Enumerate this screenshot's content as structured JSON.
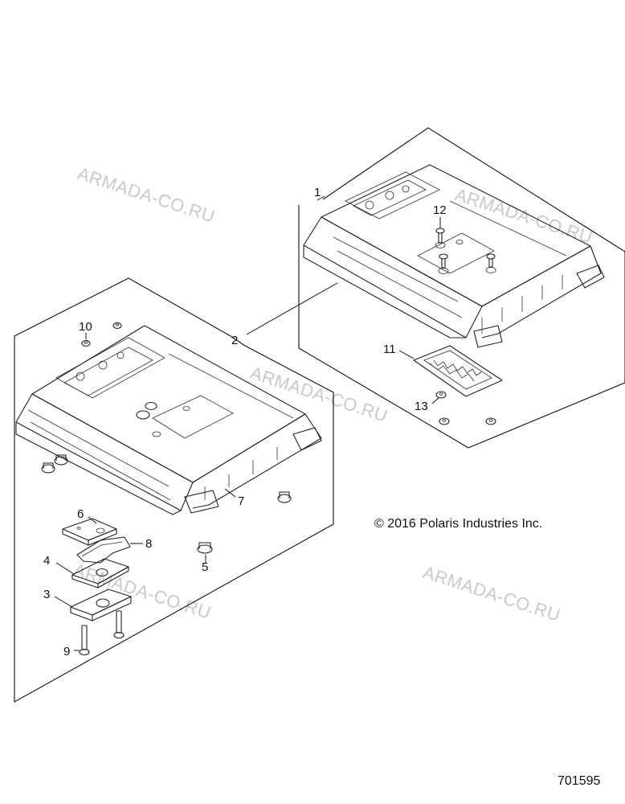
{
  "watermarks": [
    "ARMADA-CO.RU",
    "ARMADA-CO.RU",
    "ARMADA-CO.RU",
    "ARMADA-CO.RU",
    "ARMADA-CO.RU"
  ],
  "callouts": [
    "1",
    "2",
    "3",
    "4",
    "5",
    "6",
    "7",
    "8",
    "9",
    "10",
    "11",
    "12",
    "13"
  ],
  "copyright": "© 2016 Polaris Industries Inc.",
  "drawing_number": "701595",
  "colors": {
    "line": "#111111",
    "watermark": "#c9c9c9",
    "background": "#ffffff"
  }
}
